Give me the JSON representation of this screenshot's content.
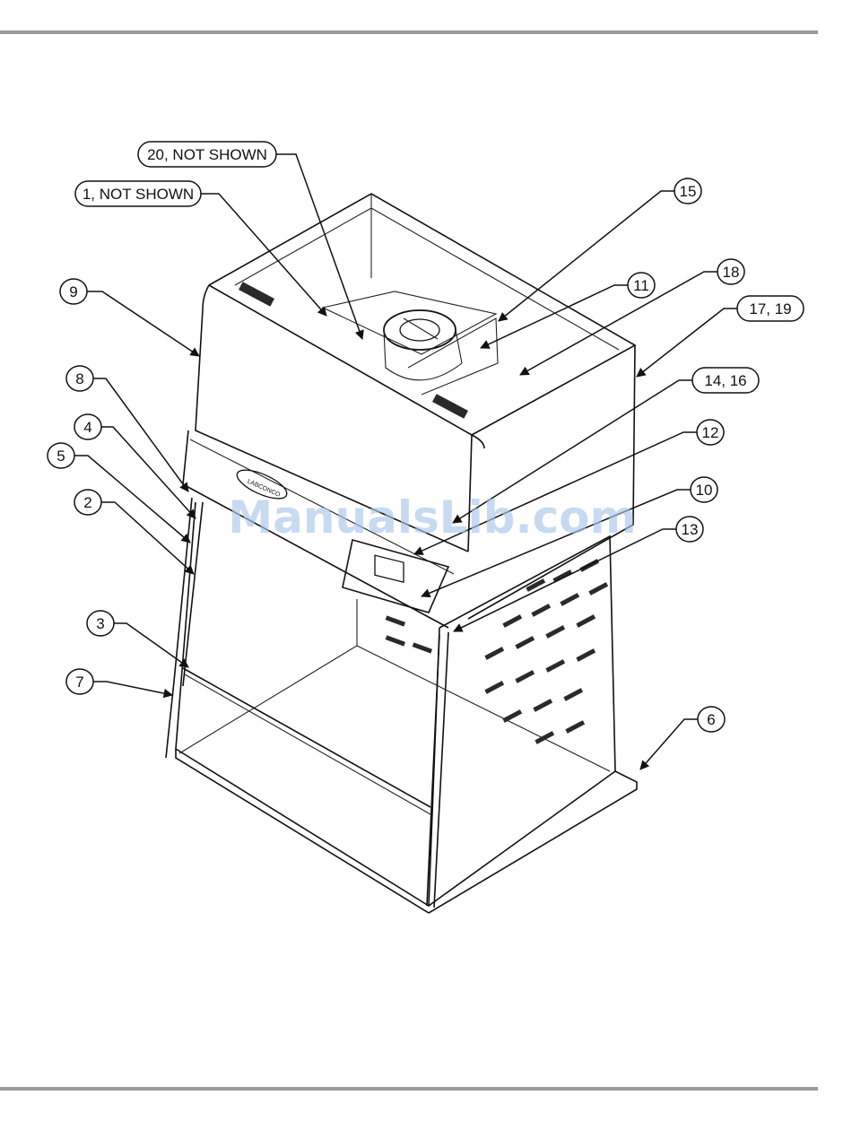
{
  "watermark": "ManualsLib.com",
  "panel_logo": "LABCONCO",
  "callouts": {
    "c20": "20, NOT SHOWN",
    "c1": "1, NOT SHOWN",
    "c15": "15",
    "c11": "11",
    "c18": "18",
    "c9": "9",
    "c17": "17, 19",
    "c8": "8",
    "c14": "14, 16",
    "c4": "4",
    "c12": "12",
    "c5": "5",
    "c10": "10",
    "c2": "2",
    "c13": "13",
    "c3": "3",
    "c7": "7",
    "c6": "6"
  }
}
